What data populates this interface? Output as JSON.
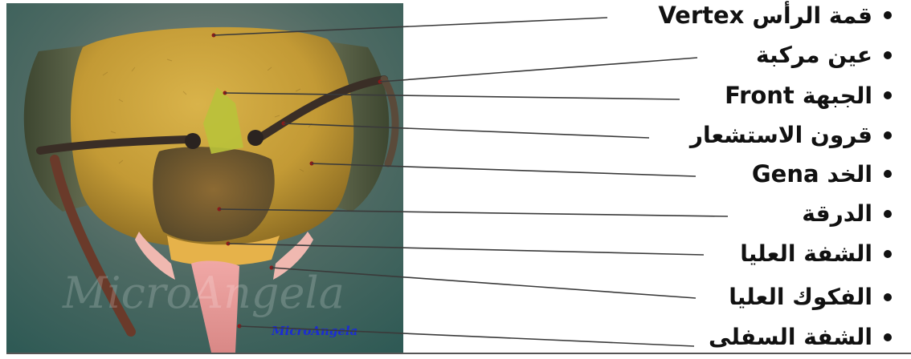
{
  "labels": [
    {
      "ar": "قمة الرأس",
      "en": "Vertex"
    },
    {
      "ar": "عين مركبة",
      "en": ""
    },
    {
      "ar": "الجبهة",
      "en": "Front"
    },
    {
      "ar": "قرون الاستشعار",
      "en": ""
    },
    {
      "ar": "الخد",
      "en": "Gena"
    },
    {
      "ar": "الدرقة",
      "en": ""
    },
    {
      "ar": "الشفة العليا",
      "en": ""
    },
    {
      "ar": "الفكوك العليا",
      "en": ""
    },
    {
      "ar": "الشفة السفلى",
      "en": ""
    }
  ],
  "photo": {
    "signature": "MicroAngela",
    "watermark": "MicroAngela"
  },
  "colors": {
    "background": "#ffffff",
    "text": "#111111",
    "leader_line": "#3a3a3a",
    "head_fur": "#c9a23a",
    "eye": "#4a5232",
    "backdrop": "#2f5a55",
    "labrum": "#e6b24a",
    "proboscis": "#e69a98",
    "signature": "#1a2bd6"
  }
}
